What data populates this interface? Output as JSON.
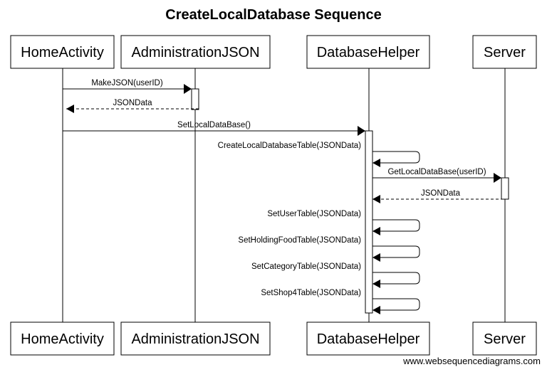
{
  "title": "CreateLocalDatabase Sequence",
  "participants": [
    {
      "id": "home",
      "label": "HomeActivity"
    },
    {
      "id": "admin",
      "label": "AdministrationJSON"
    },
    {
      "id": "db",
      "label": "DatabaseHelper"
    },
    {
      "id": "server",
      "label": "Server"
    }
  ],
  "messages": [
    {
      "from": "home",
      "to": "admin",
      "label": "MakeJSON(userID)",
      "kind": "call"
    },
    {
      "from": "admin",
      "to": "home",
      "label": "JSONData",
      "kind": "return"
    },
    {
      "from": "home",
      "to": "db",
      "label": "SetLocalDataBase()",
      "kind": "call"
    },
    {
      "from": "db",
      "to": "db",
      "label": "CreateLocalDatabaseTable(JSONData)",
      "kind": "self"
    },
    {
      "from": "db",
      "to": "server",
      "label": "GetLocalDataBase(userID)",
      "kind": "call"
    },
    {
      "from": "server",
      "to": "db",
      "label": "JSONData",
      "kind": "return"
    },
    {
      "from": "db",
      "to": "db",
      "label": "SetUserTable(JSONData)",
      "kind": "self"
    },
    {
      "from": "db",
      "to": "db",
      "label": "SetHoldingFoodTable(JSONData)",
      "kind": "self"
    },
    {
      "from": "db",
      "to": "db",
      "label": "SetCategoryTable(JSONData)",
      "kind": "self"
    },
    {
      "from": "db",
      "to": "db",
      "label": "SetShop4Table(JSONData)",
      "kind": "self"
    }
  ],
  "watermark": "www.websequencediagrams.com"
}
